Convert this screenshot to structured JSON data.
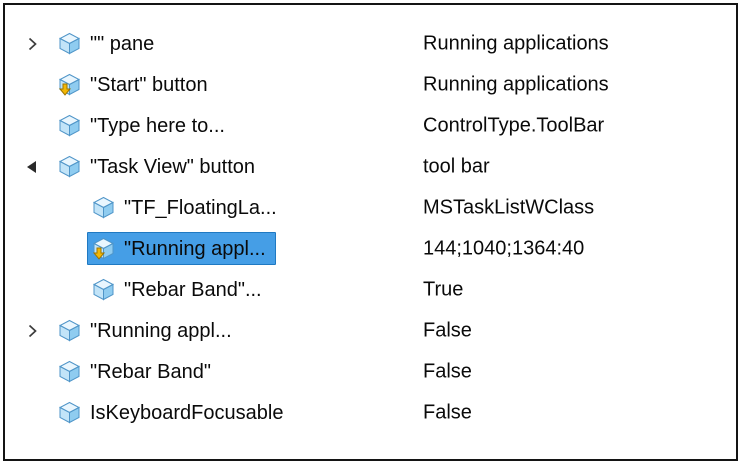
{
  "panel": {
    "selection_color": "#459ee6",
    "rows": [
      {
        "indent": 0,
        "expander": "collapsed",
        "icon": "cube",
        "label": "\"\" pane",
        "value": "Running applications",
        "selected": false
      },
      {
        "indent": 0,
        "expander": null,
        "icon": "cube-arrow",
        "label": "\"Start\" button",
        "value": "Running applications",
        "selected": false
      },
      {
        "indent": 0,
        "expander": null,
        "icon": "cube",
        "label": "\"Type here to...",
        "value": "ControlType.ToolBar",
        "selected": false
      },
      {
        "indent": 0,
        "expander": "expanded",
        "icon": "cube",
        "label": "\"Task View\" button",
        "value": "tool bar",
        "selected": false
      },
      {
        "indent": 1,
        "expander": null,
        "icon": "cube",
        "label": "\"TF_FloatingLa...",
        "value": "MSTaskListWClass",
        "selected": false
      },
      {
        "indent": 1,
        "expander": null,
        "icon": "cube-arrow",
        "label": "\"Running appl...",
        "value": "144;1040;1364:40",
        "selected": true
      },
      {
        "indent": 1,
        "expander": null,
        "icon": "cube",
        "label": "\"Rebar Band\"...",
        "value": "True",
        "selected": false
      },
      {
        "indent": 0,
        "expander": "collapsed",
        "icon": "cube",
        "label": "\"Running appl...",
        "value": "False",
        "selected": false
      },
      {
        "indent": 0,
        "expander": null,
        "icon": "cube",
        "label": "\"Rebar Band\"",
        "value": "False",
        "selected": false
      },
      {
        "indent": 0,
        "expander": null,
        "icon": "cube",
        "label": "IsKeyboardFocusable",
        "value": "False",
        "selected": false
      }
    ]
  }
}
